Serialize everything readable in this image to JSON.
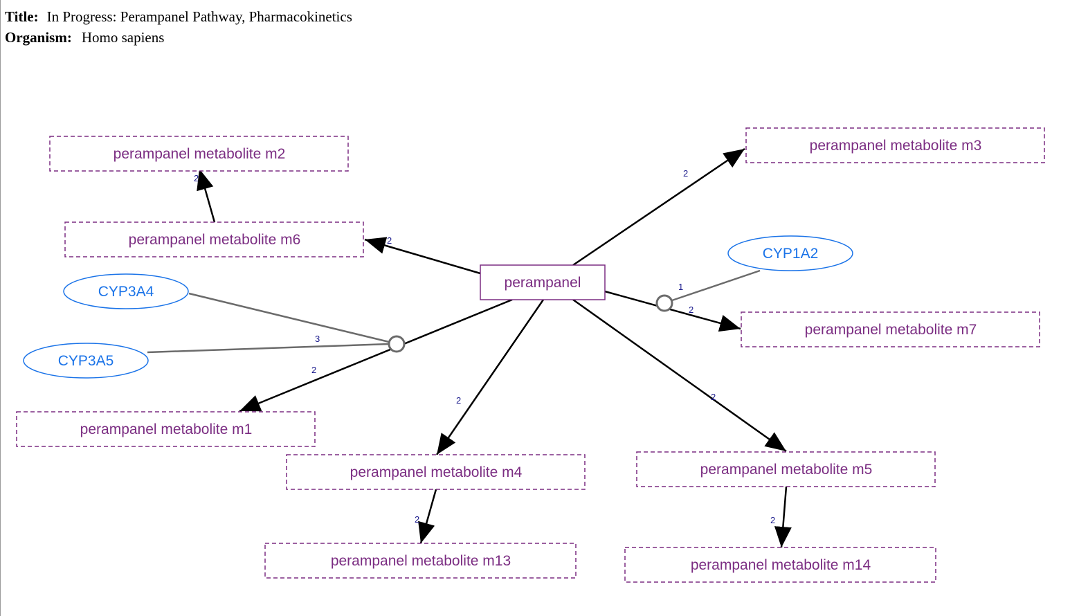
{
  "header": {
    "title_label": "Title:",
    "title_value": "In Progress: Perampanel Pathway, Pharmacokinetics",
    "organism_label": "Organism:",
    "organism_value": "Homo sapiens"
  },
  "colors": {
    "metabolite": "#7b2d82",
    "enzyme": "#1a73e8",
    "edge": "#000000",
    "catalysis": "#6b6b6b",
    "edge_number": "#1a1a8c"
  },
  "nodes": {
    "perampanel": "perampanel",
    "m1": "perampanel metabolite m1",
    "m2": "perampanel metabolite m2",
    "m3": "perampanel metabolite m3",
    "m4": "perampanel metabolite m4",
    "m5": "perampanel metabolite m5",
    "m6": "perampanel metabolite m6",
    "m7": "perampanel metabolite m7",
    "m13": "perampanel metabolite m13",
    "m14": "perampanel metabolite m14",
    "cyp3a4": "CYP3A4",
    "cyp3a5": "CYP3A5",
    "cyp1a2": "CYP1A2"
  },
  "edge_labels": {
    "to_m3": "2",
    "to_m6": "2",
    "m6_to_m2": "2",
    "cyp3a5_catalysis": "3",
    "to_m1": "2",
    "to_m4": "2",
    "to_m5": "2",
    "cyp1a2_catalysis": "1",
    "to_m7": "2",
    "m4_to_m13": "2",
    "m5_to_m14": "2"
  }
}
